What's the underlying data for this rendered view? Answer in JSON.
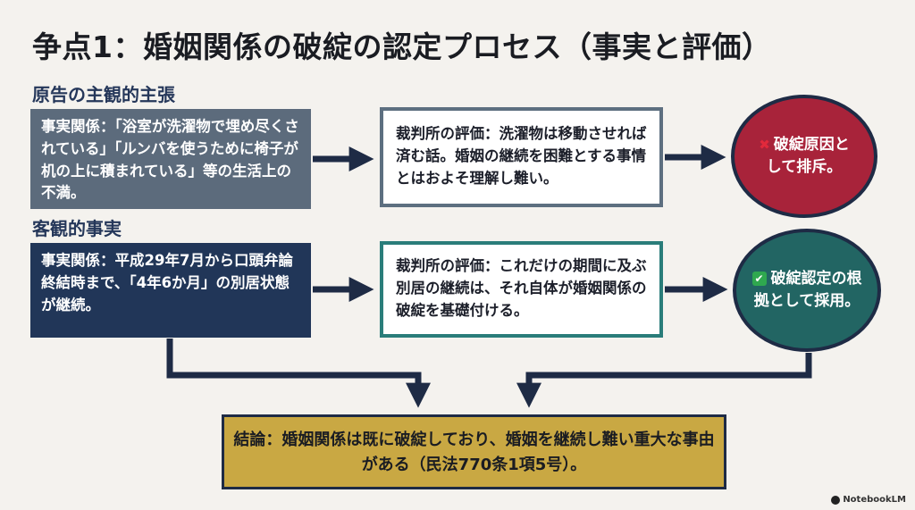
{
  "title": "争点1：婚姻関係の破綻の認定プロセス（事実と評価）",
  "sections": {
    "claim_label": "原告の主観的主張",
    "fact_label": "客観的事実"
  },
  "claim": {
    "text": "事実関係：「浴室が洗濯物で埋め尽くされている」「ルンバを使うために椅子が机の上に積まれている」等の生活上の不満。"
  },
  "fact": {
    "text": "事実関係：平成29年7月から口頭弁論終結時まで、「4年6か月」の別居状態が継続。"
  },
  "eval_claim": {
    "text": "裁判所の評価：洗濯物は移動させれば済む話。婚姻の継続を困難とする事情とはおよそ理解し難い。"
  },
  "eval_fact": {
    "text": "裁判所の評価：これだけの期間に及ぶ別居の継続は、それ自体が婚姻関係の破綻を基礎付ける。"
  },
  "result_reject": {
    "icon": "cross-mark-icon",
    "text": "破綻原因として排斥。"
  },
  "result_adopt": {
    "icon": "check-mark-icon",
    "text": "破綻認定の根拠として採用。"
  },
  "conclusion": {
    "text": "結論：婚姻関係は既に破綻しており、婚姻を継続し難い重大な事由がある（民法770条1項5号）。"
  },
  "watermark": "NotebookLM",
  "colors": {
    "navy": "#213658",
    "slate": "#5c6b7c",
    "teal": "#226563",
    "red": "#a8233a",
    "gold": "#c9a843",
    "arrow": "#1e2b45"
  }
}
